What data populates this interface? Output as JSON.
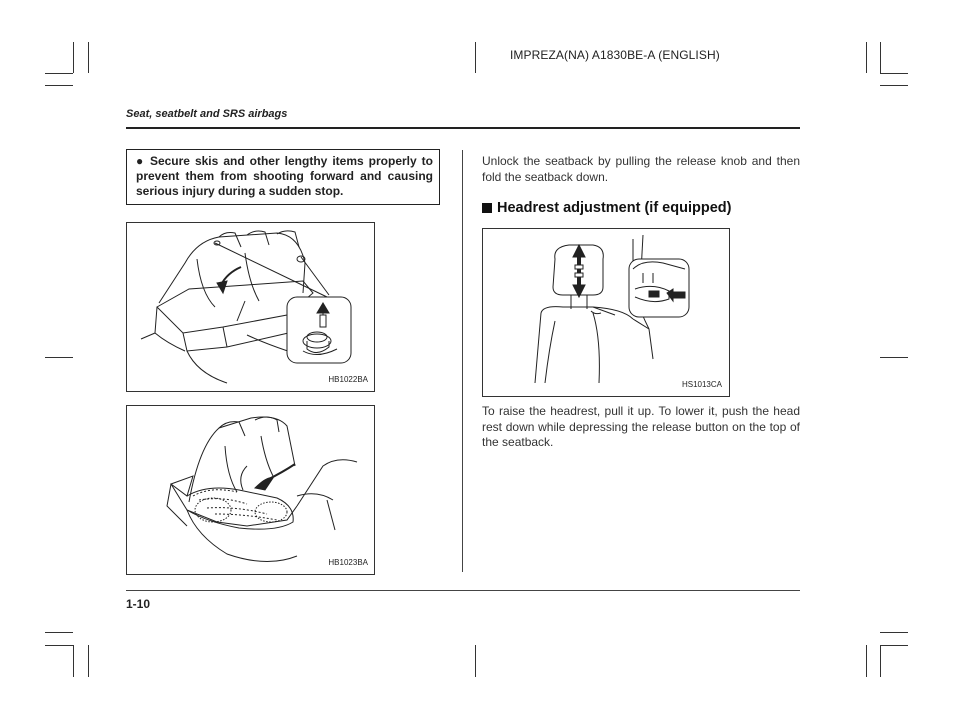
{
  "header": {
    "doc_code": "IMPREZA(NA) A1830BE-A (ENGLISH)",
    "section_title": "Seat, seatbelt and SRS airbags"
  },
  "left_column": {
    "warning": {
      "bullet": "●",
      "text": "Secure skis and other lengthy items properly to prevent them from shooting forward and causing serious injury during a sudden stop."
    },
    "figures": [
      {
        "code": "HB1022BA"
      },
      {
        "code": "HB1023BA"
      }
    ]
  },
  "right_column": {
    "intro": "Unlock the seatback by pulling the release knob and then fold the seatback down.",
    "heading": "Headrest adjustment (if equipped)",
    "figure": {
      "code": "HS1013CA"
    },
    "body": "To raise the headrest, pull it up. To lower it, push the head rest down while depressing the release button on the top of the seatback."
  },
  "footer": {
    "page_number": "1-10"
  }
}
